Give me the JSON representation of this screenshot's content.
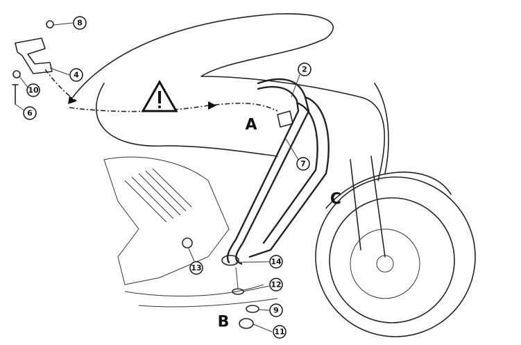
{
  "callouts": {
    "n8": "8",
    "n4": "4",
    "n10": "10",
    "n6": "6",
    "n2": "2",
    "n7": "7",
    "n14": "14",
    "n13": "13",
    "n12": "12",
    "n9": "9",
    "n11": "11"
  },
  "letters": {
    "a": "A",
    "b": "B",
    "c": "C"
  },
  "icons": {
    "warning": "warning-triangle-icon"
  }
}
